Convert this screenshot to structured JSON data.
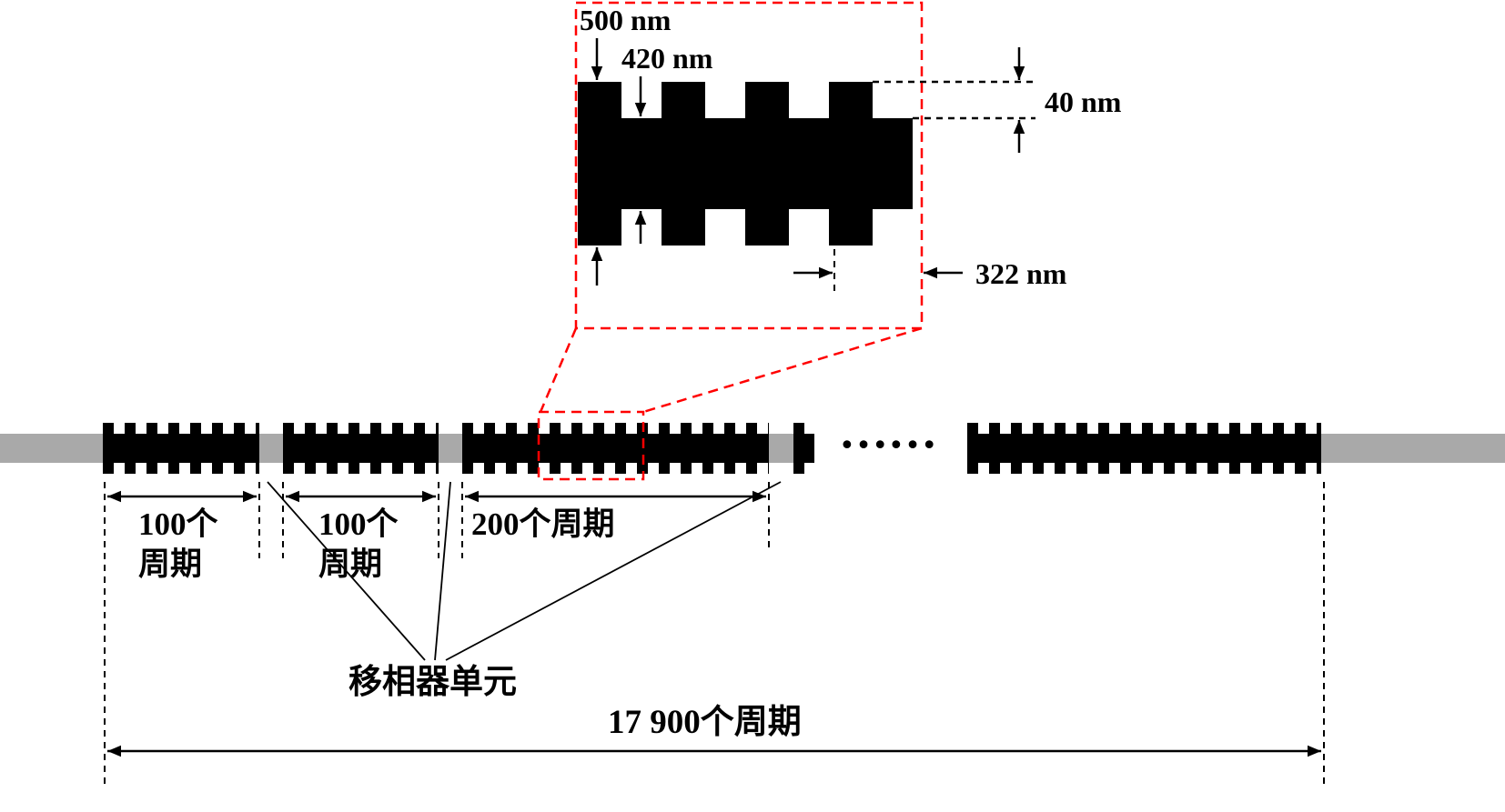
{
  "figure": {
    "zoom": {
      "total_width": "500 nm",
      "inner_width": "420 nm",
      "corrugation_depth": "40 nm",
      "grating_period": "322 nm"
    },
    "main": {
      "section1_line1": "100个",
      "section1_line2": "周期",
      "section2_line1": "100个",
      "section2_line2": "周期",
      "section3_label": "200个周期",
      "ellipsis": "……",
      "phase_shifter_label": "移相器单元",
      "total_label": "17 900个周期"
    },
    "colors": {
      "structure": "#000000",
      "phase_shifter_gray": "#a9a9a9",
      "highlight_red": "#ff0000"
    }
  }
}
